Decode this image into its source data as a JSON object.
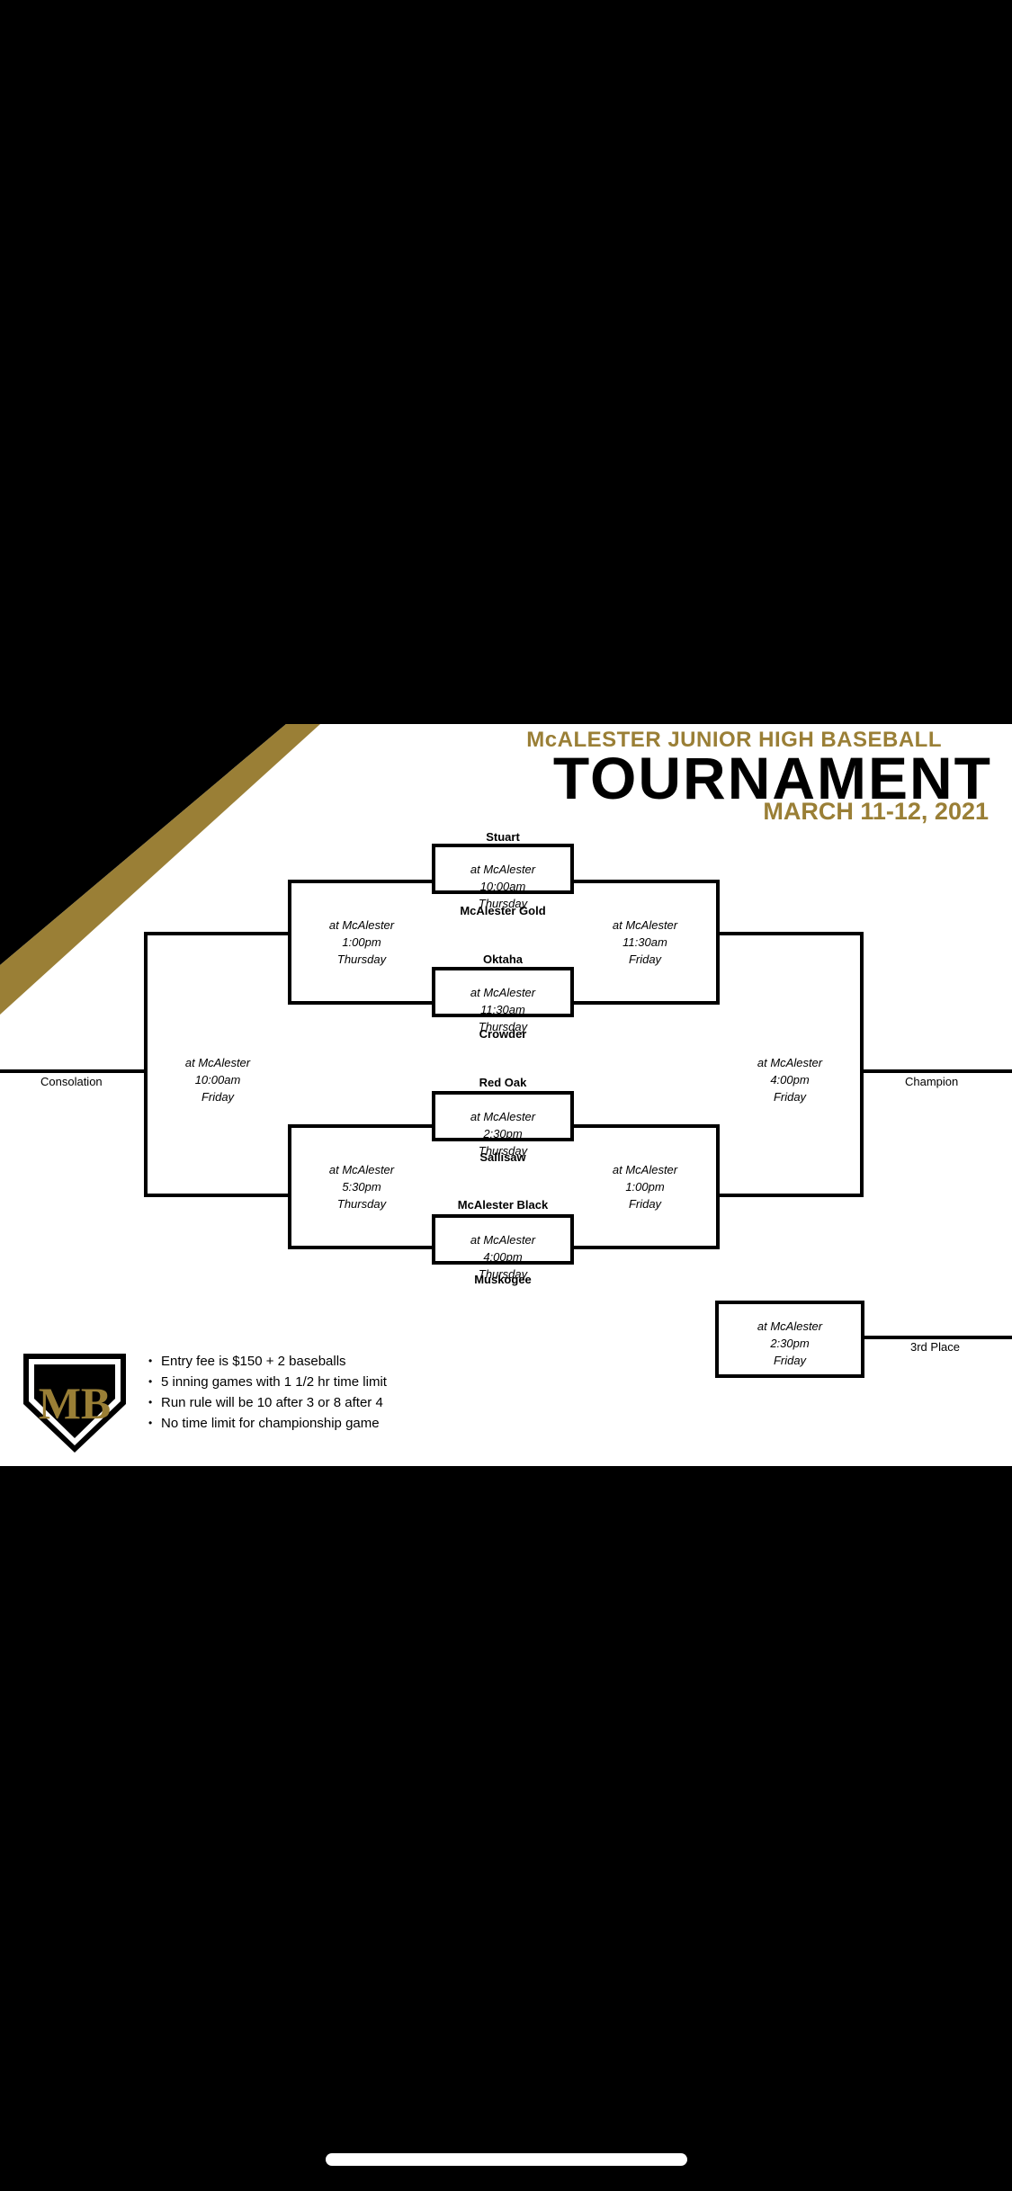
{
  "header": {
    "subtitle": "McALESTER JUNIOR HIGH BASEBALL",
    "title": "TOURNAMENT",
    "dates": "MARCH 11-12, 2021"
  },
  "teams": {
    "stuart": "Stuart",
    "mcalester_gold": "McAlester Gold",
    "oktaha": "Oktaha",
    "crowder": "Crowder",
    "red_oak": "Red Oak",
    "sallisaw": "Sallisaw",
    "mcalester_black": "McAlester Black",
    "muskogee": "Muskogee"
  },
  "games": {
    "g1": {
      "venue": "at McAlester",
      "time": "10:00am",
      "day": "Thursday"
    },
    "g2": {
      "venue": "at McAlester",
      "time": "11:30am",
      "day": "Thursday"
    },
    "g3": {
      "venue": "at McAlester",
      "time": "2:30pm",
      "day": "Thursday"
    },
    "g4": {
      "venue": "at McAlester",
      "time": "4:00pm",
      "day": "Thursday"
    },
    "left_top": {
      "venue": "at McAlester",
      "time": "1:00pm",
      "day": "Thursday"
    },
    "left_bottom": {
      "venue": "at McAlester",
      "time": "5:30pm",
      "day": "Thursday"
    },
    "right_top": {
      "venue": "at McAlester",
      "time": "11:30am",
      "day": "Friday"
    },
    "right_bottom": {
      "venue": "at McAlester",
      "time": "1:00pm",
      "day": "Friday"
    },
    "consolation": {
      "venue": "at McAlester",
      "time": "10:00am",
      "day": "Friday"
    },
    "championship": {
      "venue": "at McAlester",
      "time": "4:00pm",
      "day": "Friday"
    },
    "third_place": {
      "venue": "at McAlester",
      "time": "2:30pm",
      "day": "Friday"
    }
  },
  "labels": {
    "consolation": "Consolation",
    "champion": "Champion",
    "third_place": "3rd Place"
  },
  "rules": [
    "Entry fee is $150 + 2 baseballs",
    "5 inning games with 1 1/2 hr time limit",
    "Run rule will be 10 after 3 or 8 after 4",
    "No time limit for championship game"
  ],
  "logo": {
    "monogram": "MB"
  },
  "colors": {
    "gold": "#9a7f36",
    "black": "#000000",
    "background": "#ffffff"
  }
}
